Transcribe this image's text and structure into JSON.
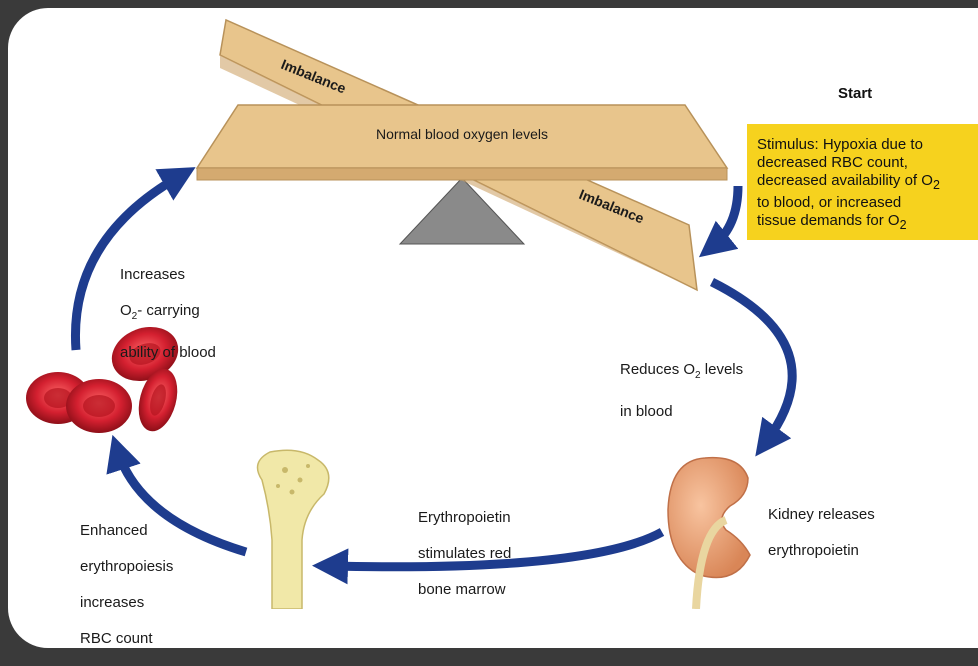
{
  "start_label": "Start",
  "stimulus": {
    "line1": "Stimulus: Hypoxia due to",
    "line2": "decreased RBC count,",
    "line3": "decreased availability of ",
    "line3_sym": "O",
    "line3_sub": "2",
    "line4": "to blood, or increased",
    "line5": "tissue demands for ",
    "line5_sym": "O",
    "line5_sub": "2"
  },
  "seesaw": {
    "normal_label": "Normal blood oxygen levels",
    "imbalance_top": "Imbalance",
    "imbalance_bottom": "Imbalance"
  },
  "steps": {
    "reduces": {
      "a": "Reduces O",
      "sub": "2",
      "b": " levels",
      "c": "in blood"
    },
    "kidney": {
      "l1": "Kidney releases",
      "l2": "erythropoietin"
    },
    "epo": {
      "l1": "Erythropoietin",
      "l2": "stimulates red",
      "l3": "bone marrow"
    },
    "enhanced": {
      "l1": "Enhanced",
      "l2": "erythropoiesis",
      "l3": "increases",
      "l4": "RBC count"
    },
    "increases": {
      "l1": "Increases",
      "l2a": "O",
      "sub": "2",
      "l2b": "- carrying",
      "l3": "ability of blood"
    }
  },
  "colors": {
    "arrow": "#1e3c8e",
    "plank": "#e8c58c",
    "plank_edge": "#b8925a",
    "fulcrum": "#8a8a8a",
    "stimulus_bg": "#f6d21e",
    "rbc": "#d0202c",
    "kidney": "#e79a6d",
    "bone": "#f1e8a8"
  }
}
